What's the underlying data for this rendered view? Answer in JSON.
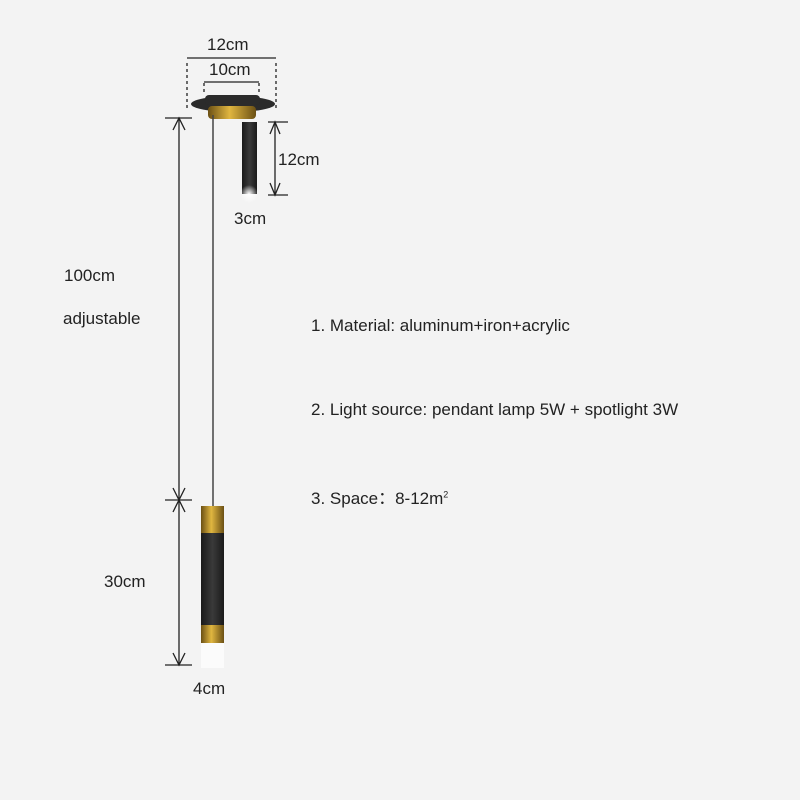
{
  "dimensions": {
    "canopy_outer": "12cm",
    "canopy_inner": "10cm",
    "spotlight_length": "12cm",
    "spotlight_diameter": "3cm",
    "cord_length": "100cm",
    "cord_note": "adjustable",
    "pendant_length": "30cm",
    "pendant_diameter": "4cm"
  },
  "specs": [
    {
      "text": "1. Material: aluminum+iron+acrylic"
    },
    {
      "text": "2. Light source: pendant lamp 5W + spotlight 3W"
    },
    {
      "text": "3. Space：8-12m",
      "superscript": "2"
    }
  ],
  "colors": {
    "background": "#f3f3f3",
    "lamp_body": "#2a2a2a",
    "brass": "#b8912a"
  }
}
